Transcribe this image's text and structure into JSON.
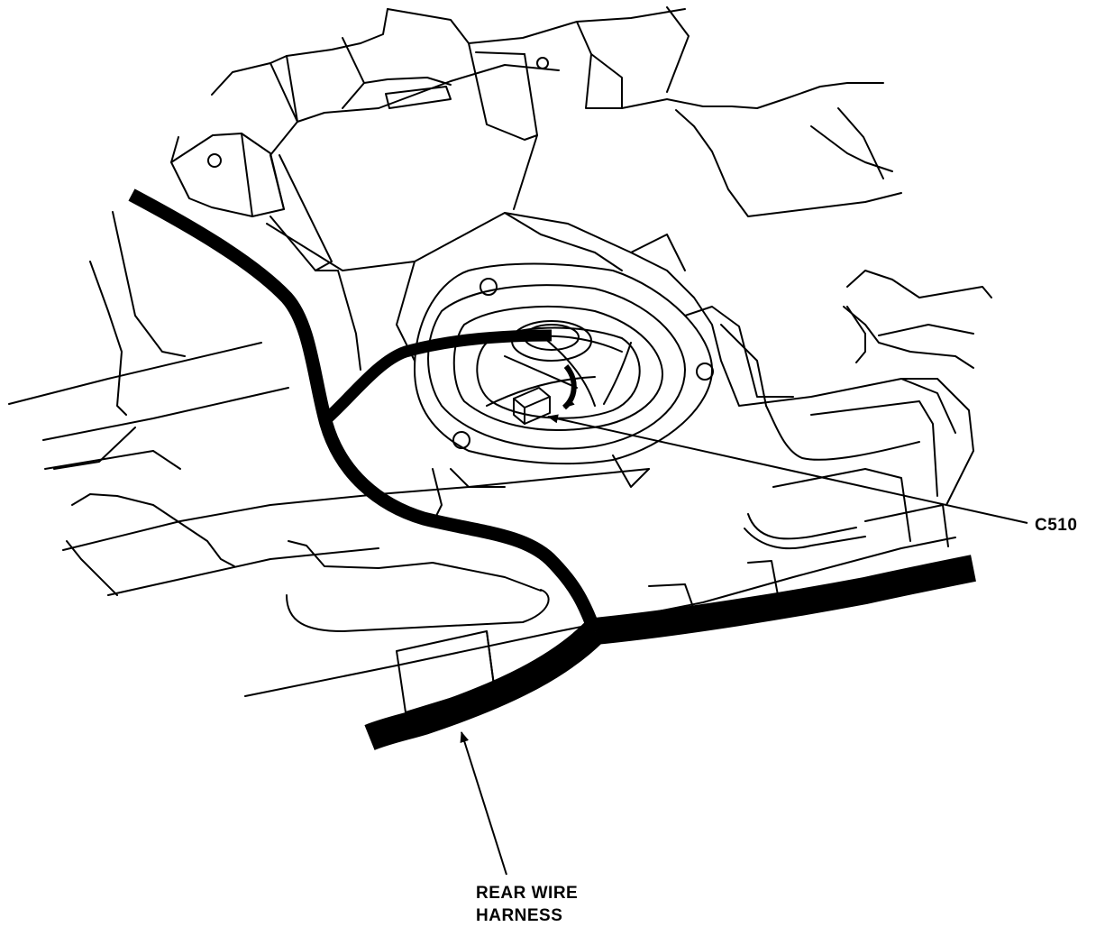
{
  "labels": {
    "connector": "C510",
    "harness_line1": "REAR WIRE",
    "harness_line2": "HARNESS"
  },
  "colors": {
    "ink": "#000000",
    "paper": "#ffffff"
  }
}
